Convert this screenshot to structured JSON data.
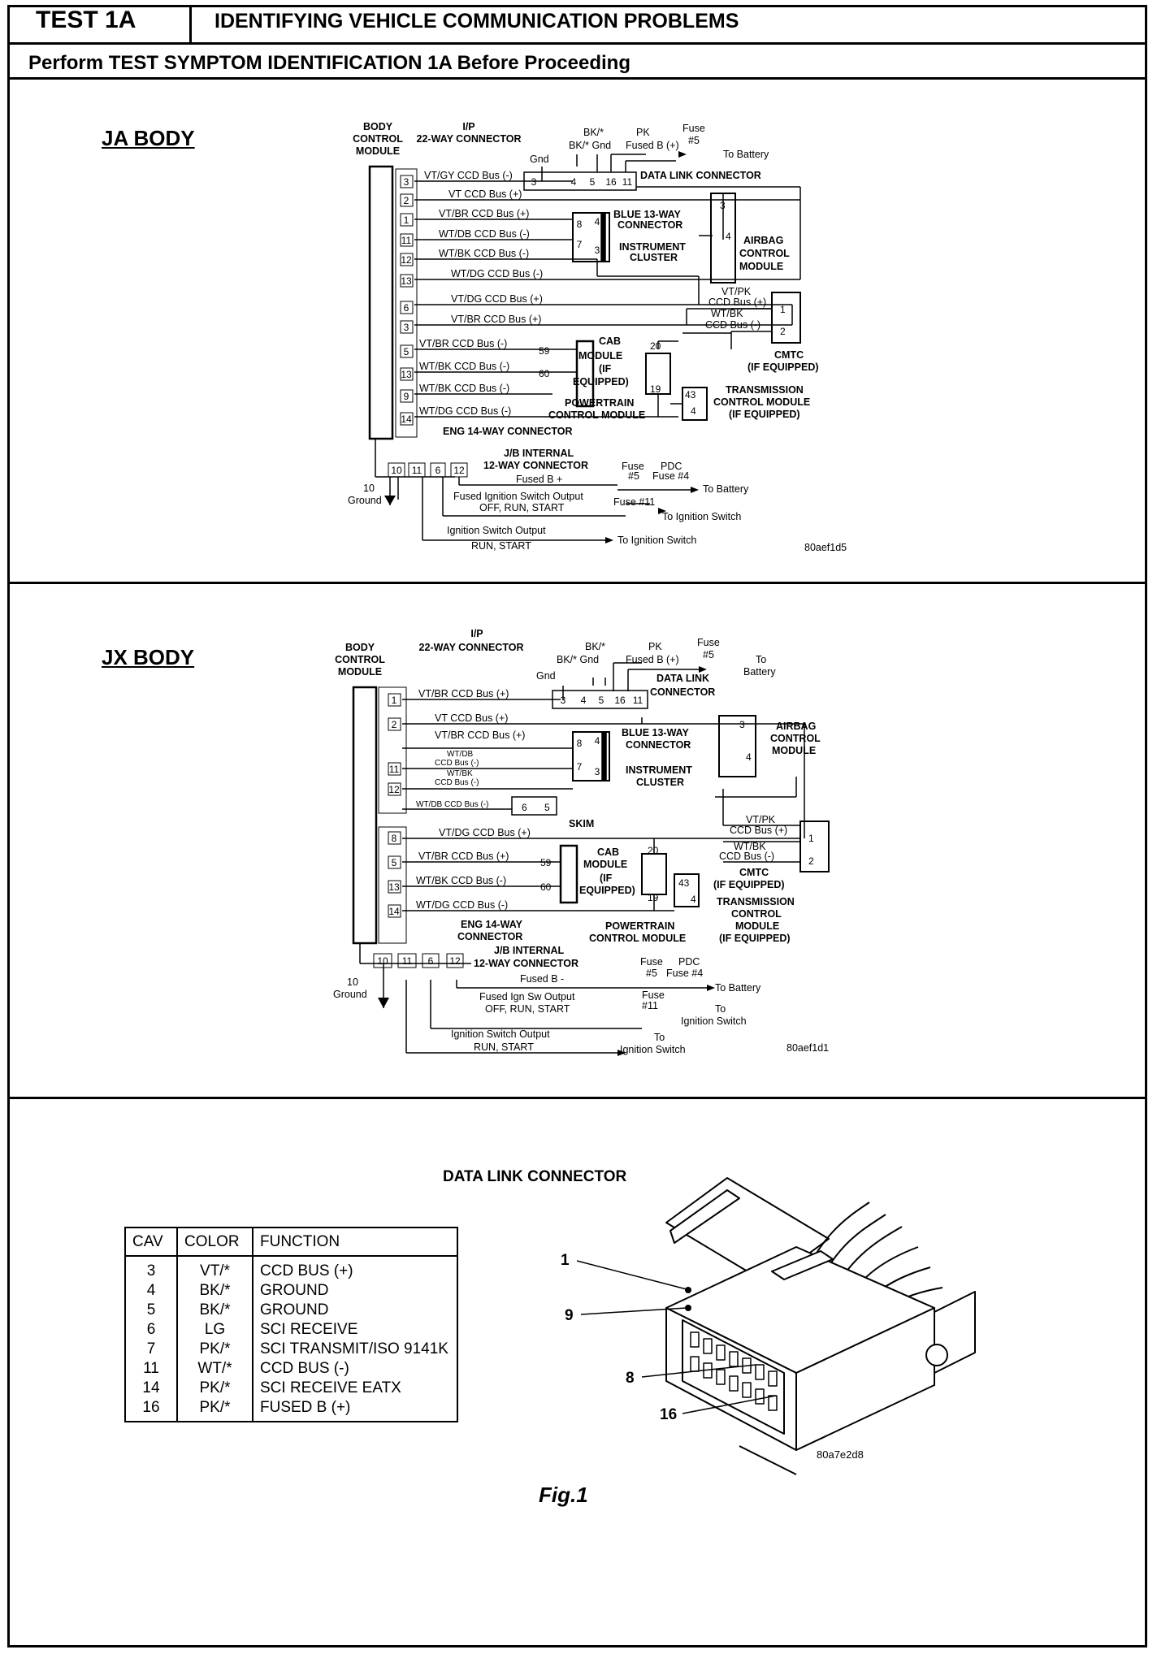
{
  "header": {
    "test_id": "TEST 1A",
    "title": "IDENTIFYING VEHICLE COMMUNICATION PROBLEMS",
    "subtitle": "Perform TEST SYMPTOM IDENTIFICATION 1A Before Proceeding"
  },
  "ja": {
    "label": "JA BODY",
    "bcm": [
      "BODY",
      "CONTROL",
      "MODULE"
    ],
    "ip": [
      "I/P",
      "22-WAY CONNECTOR"
    ],
    "dlc_pins": [
      "3",
      "4",
      "5",
      "16",
      "11"
    ],
    "dlc_label": "DATA LINK CONNECTOR",
    "gnd": "Gnd",
    "bk": "BK/*",
    "bk_gnd": "BK/* Gnd",
    "pk": "PK",
    "fused": "Fused B (+)",
    "fuse": "Fuse",
    "fuse5": "#5",
    "to_battery": "To Battery",
    "bcm_pins": [
      "3",
      "2",
      "1",
      "11",
      "12",
      "13",
      "6",
      "3",
      "5",
      "13",
      "9",
      "14"
    ],
    "wires": [
      "VT/GY  CCD Bus (-)",
      "VT  CCD Bus (+)",
      "VT/BR  CCD Bus (+)",
      "WT/DB  CCD Bus (-)",
      "WT/BK  CCD Bus (-)",
      "WT/DG  CCD Bus (-)",
      "VT/DG  CCD Bus (+)",
      "VT/BR  CCD Bus (+)",
      "VT/BR  CCD Bus (-)",
      "WT/BK  CCD Bus (-)",
      "WT/BK  CCD Bus (-)",
      "WT/DG  CCD Bus (-)"
    ],
    "blue": [
      "BLUE 13-WAY",
      "CONNECTOR"
    ],
    "blue_pins": [
      "8",
      "4",
      "7",
      "3"
    ],
    "cluster": [
      "INSTRUMENT",
      "CLUSTER"
    ],
    "airbag": [
      "AIRBAG",
      "CONTROL",
      "MODULE"
    ],
    "airbag_pins": [
      "3",
      "4"
    ],
    "cmtc": [
      "CMTC",
      "(IF EQUIPPED)"
    ],
    "cmtc_wires": [
      "VT/PK",
      "CCD Bus (+)",
      "WT/BK",
      "CCD Bus (-)"
    ],
    "cmtc_pins": [
      "1",
      "2"
    ],
    "cab": [
      "CAB",
      "MODULE",
      "(IF",
      "EQUIPPED)"
    ],
    "cab_pins": [
      "59",
      "60"
    ],
    "pcm_pins": [
      "20",
      "19"
    ],
    "pcm": [
      "POWERTRAIN",
      "CONTROL MODULE"
    ],
    "tcm": [
      "TRANSMISSION",
      "CONTROL MODULE",
      "(IF EQUIPPED)"
    ],
    "tcm_pins": [
      "43",
      "4"
    ],
    "eng": "ENG 14-WAY CONNECTOR",
    "jb": [
      "J/B INTERNAL",
      "12-WAY CONNECTOR"
    ],
    "jb_pins": [
      "10",
      "11",
      "6",
      "12"
    ],
    "fused_b": "Fused B +",
    "fuse_pdc": [
      "Fuse",
      "PDC"
    ],
    "fuse_nums": [
      "#5",
      "Fuse #4"
    ],
    "fuse11": "Fuse #11",
    "ign1": [
      "Fused Ignition Switch Output",
      "OFF, RUN, START"
    ],
    "ign2": [
      "Ignition Switch Output",
      "RUN, START"
    ],
    "to_ign": "To Ignition Switch",
    "ground": [
      "10",
      "Ground"
    ],
    "code": "80aef1d5"
  },
  "jx": {
    "label": "JX BODY",
    "bcm": [
      "BODY",
      "CONTROL",
      "MODULE"
    ],
    "ip": [
      "I/P",
      "22-WAY CONNECTOR"
    ],
    "dlc_pins": [
      "3",
      "4",
      "5",
      "16",
      "11"
    ],
    "dlc_label": [
      "DATA LINK",
      "CONNECTOR"
    ],
    "gnd": "Gnd",
    "bk": "BK/*",
    "bk_gnd": "BK/*  Gnd",
    "pk": "PK",
    "fused": "Fused B (+)",
    "fuse": "Fuse",
    "fuse5": "#5",
    "to_battery": [
      "To",
      "Battery"
    ],
    "bcm_pins": [
      "1",
      "2",
      "11",
      "12",
      "8",
      "5",
      "13",
      "14"
    ],
    "wires": [
      "VT/BR  CCD Bus (+)",
      "VT  CCD Bus (+)",
      "VT/BR  CCD Bus (+)",
      "WT/DB",
      "CCD Bus (-)",
      "WT/BK",
      "CCD Bus (-)",
      "WT/DB CCD Bus (-)",
      "VT/DG  CCD Bus (+)",
      "VT/BR  CCD Bus (+)",
      "WT/BK  CCD Bus (-)",
      "WT/DG  CCD Bus (-)"
    ],
    "skim": "SKIM",
    "skim_pins": [
      "6",
      "5"
    ],
    "blue": [
      "BLUE 13-WAY",
      "CONNECTOR"
    ],
    "blue_pins": [
      "8",
      "4",
      "7",
      "3"
    ],
    "cluster": [
      "INSTRUMENT",
      "CLUSTER"
    ],
    "airbag": [
      "AIRBAG",
      "CONTROL",
      "MODULE"
    ],
    "airbag_pins": [
      "3",
      "4"
    ],
    "cmtc": [
      "CMTC",
      "(IF EQUIPPED)"
    ],
    "cmtc_wires": [
      "VT/PK",
      "CCD Bus (+)",
      "WT/BK",
      "CCD Bus (-)"
    ],
    "cmtc_pins": [
      "1",
      "2"
    ],
    "cab": [
      "CAB",
      "MODULE",
      "(IF",
      "EQUIPPED)"
    ],
    "cab_pins": [
      "59",
      "60"
    ],
    "pcm_pins": [
      "20",
      "19"
    ],
    "pcm": [
      "POWERTRAIN",
      "CONTROL MODULE"
    ],
    "tcm": [
      "TRANSMISSION",
      "CONTROL",
      "MODULE",
      "(IF EQUIPPED)"
    ],
    "tcm_pins": [
      "43",
      "4"
    ],
    "eng": [
      "ENG 14-WAY",
      "CONNECTOR"
    ],
    "jb": [
      "J/B INTERNAL",
      "12-WAY CONNECTOR"
    ],
    "jb_pins": [
      "10",
      "11",
      "6",
      "12"
    ],
    "fused_b": "Fused B -",
    "fuse_pdc": [
      "Fuse",
      "PDC"
    ],
    "fuse_nums": [
      "#5",
      "Fuse #4"
    ],
    "fuse11": [
      "Fuse",
      "#11"
    ],
    "ign1": [
      "Fused Ign Sw Output",
      "OFF, RUN, START"
    ],
    "ign2": [
      "Ignition Switch Output",
      "RUN, START"
    ],
    "to_battery2": "To Battery",
    "to_ign": [
      "To",
      "Ignition Switch"
    ],
    "ground": [
      "10",
      "Ground"
    ],
    "code": "80aef1d1"
  },
  "dlc": {
    "title": "DATA LINK CONNECTOR",
    "table": {
      "headers": [
        "CAV",
        "COLOR",
        "FUNCTION"
      ],
      "rows": [
        [
          "3",
          "VT/*",
          "CCD BUS (+)"
        ],
        [
          "4",
          "BK/*",
          "GROUND"
        ],
        [
          "5",
          "BK/*",
          "GROUND"
        ],
        [
          "6",
          "LG",
          "SCI RECEIVE"
        ],
        [
          "7",
          "PK/*",
          "SCI TRANSMIT/ISO 9141K"
        ],
        [
          "11",
          "WT/*",
          "CCD BUS (-)"
        ],
        [
          "14",
          "PK/*",
          "SCI RECEIVE EATX"
        ],
        [
          "16",
          "PK/*",
          "FUSED B (+)"
        ]
      ]
    },
    "callouts": [
      "1",
      "9",
      "8",
      "16"
    ],
    "code": "80a7e2d8",
    "figure": "Fig.1"
  }
}
